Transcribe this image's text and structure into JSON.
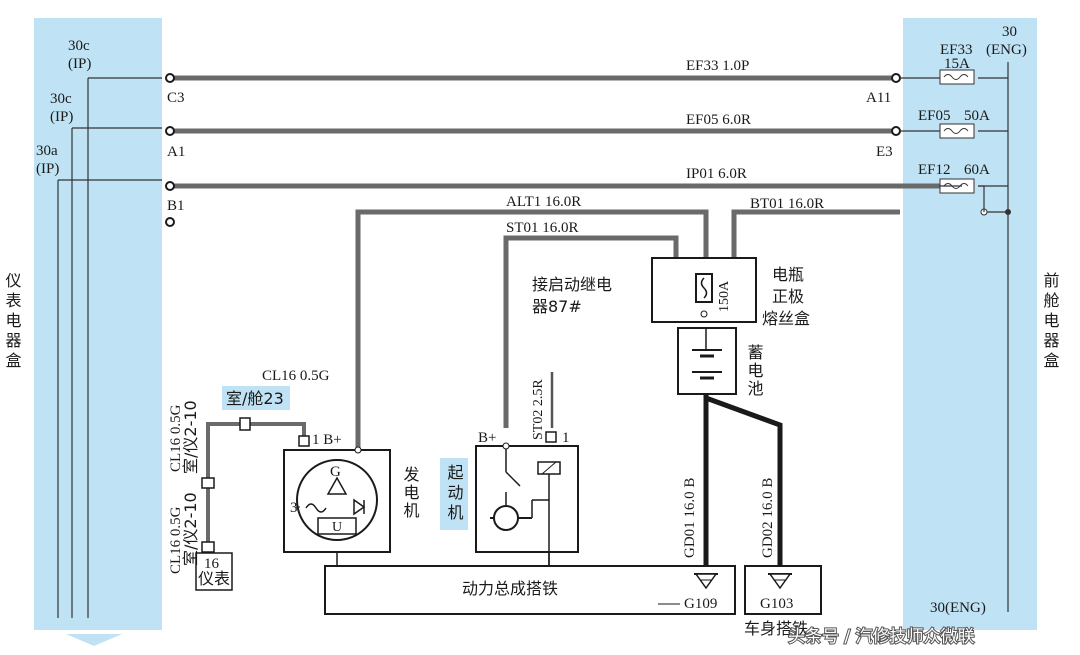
{
  "panels": {
    "left_box_label": "仪表电器盒",
    "right_box_label": "前舱电器盒",
    "left_power": [
      {
        "circuit": "30c",
        "source": "(IP)"
      },
      {
        "circuit": "30c",
        "source": "(IP)"
      },
      {
        "circuit": "30a",
        "source": "(IP)"
      }
    ],
    "right_power": {
      "circuit": "30",
      "source": "(ENG)"
    },
    "right_bottom": "30(ENG)"
  },
  "wires": [
    {
      "label": "EF33 1.0P",
      "left_pin": "C3",
      "right_pin": "A11"
    },
    {
      "label": "EF05 6.0R",
      "left_pin": "A1",
      "right_pin": "E3"
    },
    {
      "label": "IP01 6.0R",
      "left_pin": "B1",
      "right_pin": ""
    },
    {
      "label": "ALT1 16.0R"
    },
    {
      "label": "BT01 16.0R"
    },
    {
      "label": "ST01 16.0R"
    },
    {
      "label": "CL16 0.5G"
    },
    {
      "label": "ST02 2.5R"
    },
    {
      "label": "GD01 16.0 B"
    },
    {
      "label": "GD02 16.0 B"
    }
  ],
  "fuses": [
    {
      "name": "EF33",
      "rating": "15A"
    },
    {
      "name": "EF05",
      "rating": "50A"
    },
    {
      "name": "EF12",
      "rating": "60A"
    }
  ],
  "components": {
    "relay_note_1": "接启动继电",
    "relay_note_2": "器87#",
    "fuse_box_1": "电瓶",
    "fuse_box_2": "正极",
    "fuse_box_3": "熔丝盒",
    "main_fuse": "150A",
    "battery": "蓄电池",
    "generator": "发电机",
    "starter": "起动机",
    "gen_pin_1": "1 B+",
    "gen_pin_3": "3",
    "gen_G": "G",
    "gen_U": "U",
    "starter_bplus": "B+",
    "starter_pin_1": "1",
    "connector_top": "室/舱23",
    "connector_mid": "室/仪2-10",
    "connector_mid_wire": "CL16 0.5G",
    "connector_low_wire": "CL16 0.5G",
    "cluster_pin": "16",
    "cluster_name": "仪表",
    "ground_bar": "动力总成搭铁",
    "ground_1": "G109",
    "ground_2": "G103",
    "body_ground": "车身搭铁"
  },
  "watermark": "头条号 / 汽修技师众微联"
}
